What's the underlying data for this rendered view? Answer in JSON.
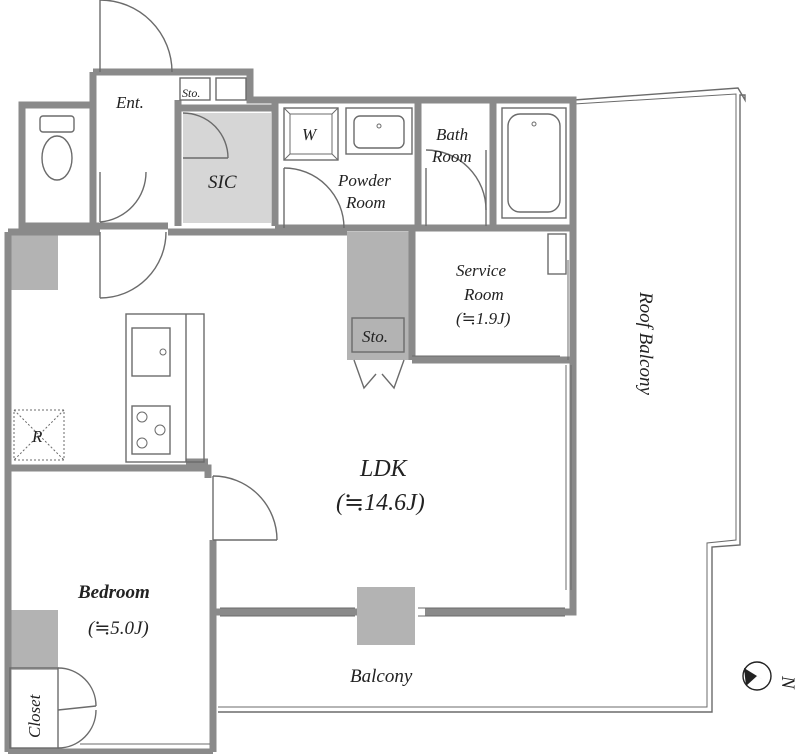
{
  "rooms": {
    "entrance": "Ent.",
    "entrance_storage": "Sto.",
    "sic": "SIC",
    "washer": "W",
    "powder_room_line1": "Powder",
    "powder_room_line2": "Room",
    "bath_room_line1": "Bath",
    "bath_room_line2": "Room",
    "service_room_line1": "Service",
    "service_room_line2": "Room",
    "service_room_area": "(≒1.9J)",
    "storage": "Sto.",
    "refrigerator": "R",
    "ldk": "LDK",
    "ldk_area": "(≒14.6J)",
    "bedroom": "Bedroom",
    "bedroom_area": "(≒5.0J)",
    "closet": "Closet",
    "balcony": "Balcony",
    "roof_balcony": "Roof Balcony"
  },
  "compass": {
    "label": "N"
  }
}
